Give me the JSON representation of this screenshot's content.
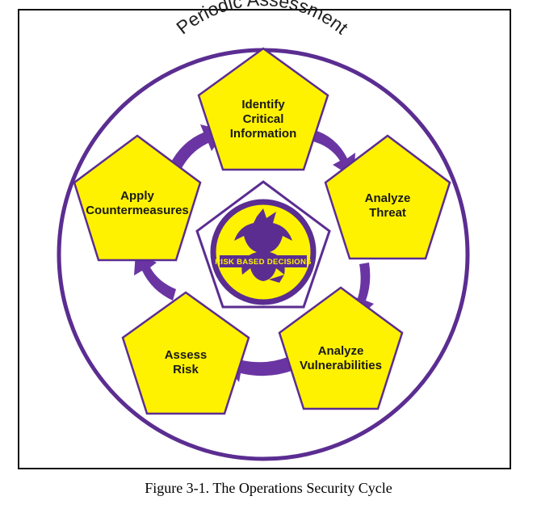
{
  "diagram": {
    "title": "Periodic Assessment",
    "nodes": [
      {
        "id": "identify",
        "lines": [
          "Identify",
          "Critical",
          "Information"
        ]
      },
      {
        "id": "analyze-threat",
        "lines": [
          "Analyze",
          "Threat"
        ]
      },
      {
        "id": "analyze-vulnerabilities",
        "lines": [
          "Analyze",
          "Vulnerabilities"
        ]
      },
      {
        "id": "assess-risk",
        "lines": [
          "Assess",
          "Risk"
        ]
      },
      {
        "id": "apply-countermeasures",
        "lines": [
          "Apply",
          "Countermeasures"
        ]
      }
    ],
    "center": {
      "emblem_text": "RISK BASED DECISIONS"
    },
    "colors": {
      "purple": "#5b2d91",
      "yellow": "#fff200",
      "arrow": "#6a35a3"
    }
  },
  "caption": "Figure 3-1.  The Operations Security Cycle"
}
